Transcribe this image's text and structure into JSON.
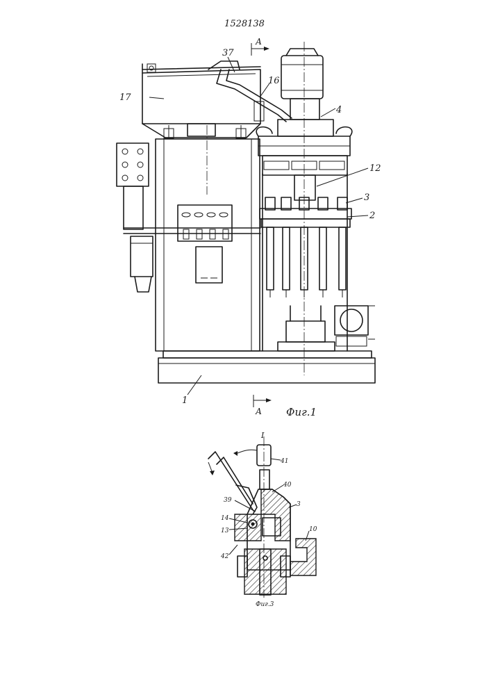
{
  "document": {
    "patent_number": "1528138"
  },
  "figure1": {
    "caption": "Фиг.1",
    "section_mark": "А",
    "callouts": [
      "37",
      "16",
      "17",
      "4",
      "12",
      "3",
      "2",
      "1"
    ]
  },
  "figure3": {
    "caption": "Фиг.3",
    "view_mark": "I",
    "callouts": [
      "41",
      "40",
      "39",
      "3",
      "14",
      "13",
      "10",
      "42"
    ]
  }
}
